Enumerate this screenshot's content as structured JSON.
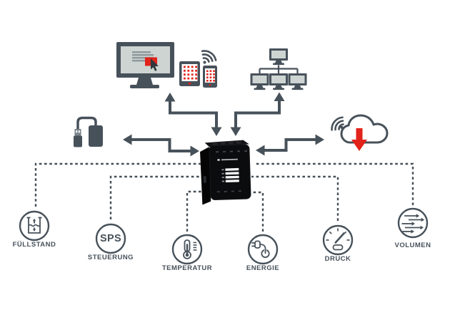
{
  "colors": {
    "primary_dark": "#47515a",
    "accent_red": "#e2231a",
    "screen_gray": "#cdd4d2",
    "device_black": "#0c0d0f",
    "background": "#ffffff"
  },
  "icons": {
    "top_left": "desktop-monitor-with-tablet-and-smartphone",
    "top_right": "network-tree",
    "middle_left": "usb-power-adapter",
    "middle_right": "cloud-download-with-wifi-signal",
    "center": "black-data-logger-device"
  },
  "sensors": [
    {
      "id": "fuellstand",
      "label": "FÜLLSTAND"
    },
    {
      "id": "sps",
      "badge_text": "SPS",
      "label": "STEUERUNG"
    },
    {
      "id": "temperatur",
      "label": "TEMPERATUR"
    },
    {
      "id": "energie",
      "label": "ENERGIE"
    },
    {
      "id": "druck",
      "label": "DRUCK"
    },
    {
      "id": "volumen",
      "label": "VOLUMEN"
    }
  ]
}
